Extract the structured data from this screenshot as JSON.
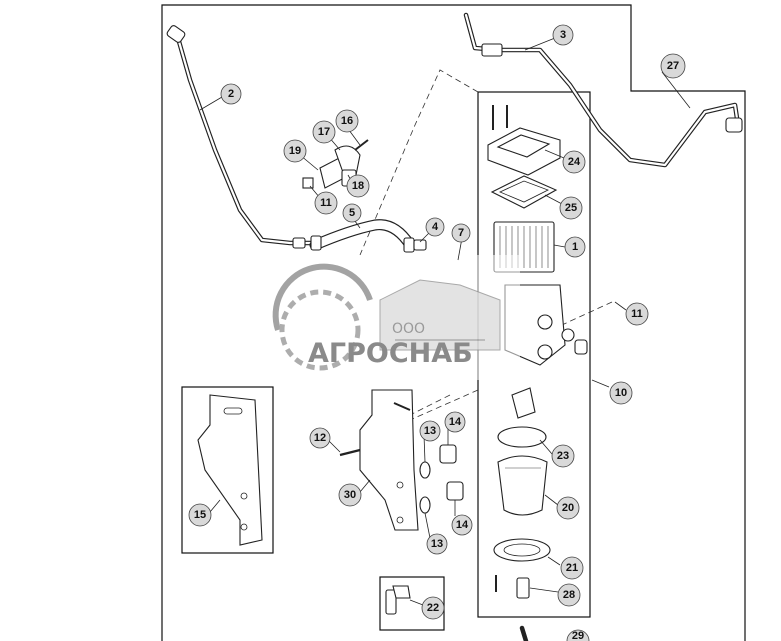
{
  "watermark": {
    "company_prefix": "ООО",
    "company_name": "АГРОСНАБ"
  },
  "callouts": [
    {
      "id": "c2",
      "label": "2"
    },
    {
      "id": "c3",
      "label": "3"
    },
    {
      "id": "c27",
      "label": "27"
    },
    {
      "id": "c16",
      "label": "16"
    },
    {
      "id": "c17",
      "label": "17"
    },
    {
      "id": "c19",
      "label": "19"
    },
    {
      "id": "c18",
      "label": "18"
    },
    {
      "id": "c11a",
      "label": "11"
    },
    {
      "id": "c5",
      "label": "5"
    },
    {
      "id": "c4",
      "label": "4"
    },
    {
      "id": "c7",
      "label": "7"
    },
    {
      "id": "c24",
      "label": "24"
    },
    {
      "id": "c25",
      "label": "25"
    },
    {
      "id": "c1",
      "label": "1"
    },
    {
      "id": "c11b",
      "label": "11"
    },
    {
      "id": "c10",
      "label": "10"
    },
    {
      "id": "c12",
      "label": "12"
    },
    {
      "id": "c13a",
      "label": "13"
    },
    {
      "id": "c14a",
      "label": "14"
    },
    {
      "id": "c23",
      "label": "23"
    },
    {
      "id": "c30",
      "label": "30"
    },
    {
      "id": "c20",
      "label": "20"
    },
    {
      "id": "c14b",
      "label": "14"
    },
    {
      "id": "c15",
      "label": "15"
    },
    {
      "id": "c13b",
      "label": "13"
    },
    {
      "id": "c21",
      "label": "21"
    },
    {
      "id": "c22",
      "label": "22"
    },
    {
      "id": "c28",
      "label": "28"
    },
    {
      "id": "c29",
      "label": "29"
    }
  ]
}
